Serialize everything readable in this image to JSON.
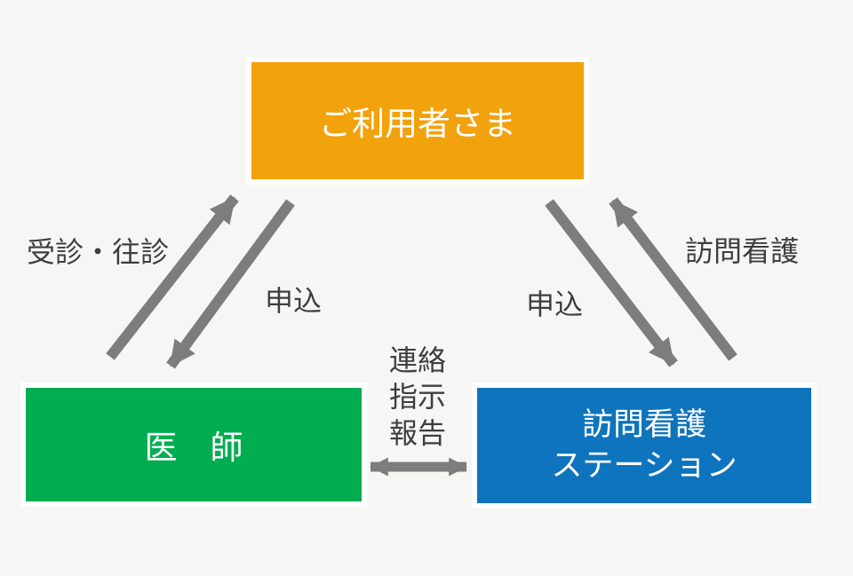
{
  "colors": {
    "bg": "#f6f6f5",
    "orange": "#f2a20d",
    "green": "#00ad50",
    "blue": "#0e74be",
    "arrow": "#7d7d7d",
    "label": "#3e3e3e",
    "box-border": "#ffffff",
    "box-text": "#ffffff"
  },
  "nodes": {
    "user": {
      "label": "ご利用者さま"
    },
    "doctor": {
      "label": "医　師"
    },
    "station": {
      "line1": "訪問看護",
      "line2": "ステーション"
    }
  },
  "edge_labels": {
    "jushin_oshin": "受診・往診",
    "moshikomi_left": "申込",
    "moshikomi_right": "申込",
    "homon_kango": "訪問看護",
    "renraku": "連絡",
    "shiji": "指示",
    "hokoku": "報告"
  }
}
